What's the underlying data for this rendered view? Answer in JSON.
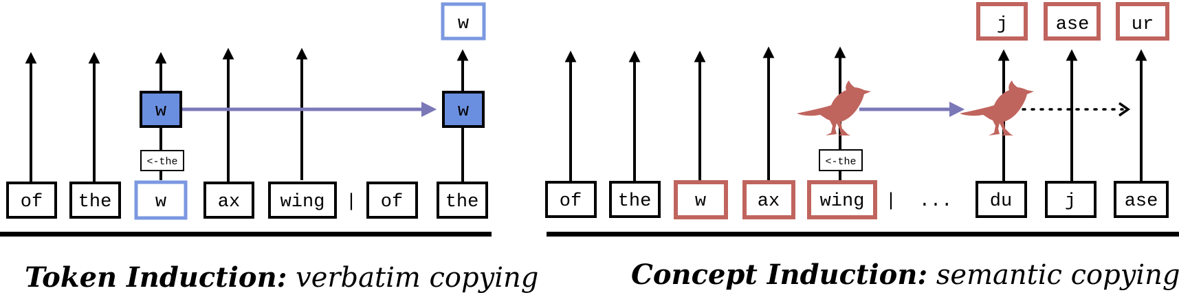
{
  "colors": {
    "token_blue": "#6b8fe0",
    "token_blue_border": "#7b98e0",
    "concept_red": "#c0645e",
    "flow_purple": "#7b78b8",
    "ink": "#000000"
  },
  "token_induction": {
    "caption_bold": "Token Induction:",
    "caption_italic": " verbatim copying",
    "input_tokens": [
      "of",
      "the",
      "w",
      "ax",
      "wing",
      "of",
      "the"
    ],
    "highlighted_input_index": 2,
    "separator": "|",
    "head_source_label": "w",
    "head_target_label": "w",
    "prev_token_label": "<-the",
    "output_token": "w"
  },
  "concept_induction": {
    "caption_bold": "Concept Induction:",
    "caption_italic": " semantic copying",
    "input_tokens": [
      "of",
      "the",
      "w",
      "ax",
      "wing",
      "du",
      "j",
      "ase"
    ],
    "highlighted_input_indices": [
      2,
      3,
      4
    ],
    "separator": "|",
    "ellipsis": "...",
    "prev_token_label": "<-the",
    "concept_icon": "cardinal-bird-icon",
    "output_tokens": [
      "j",
      "ase",
      "ur"
    ]
  }
}
